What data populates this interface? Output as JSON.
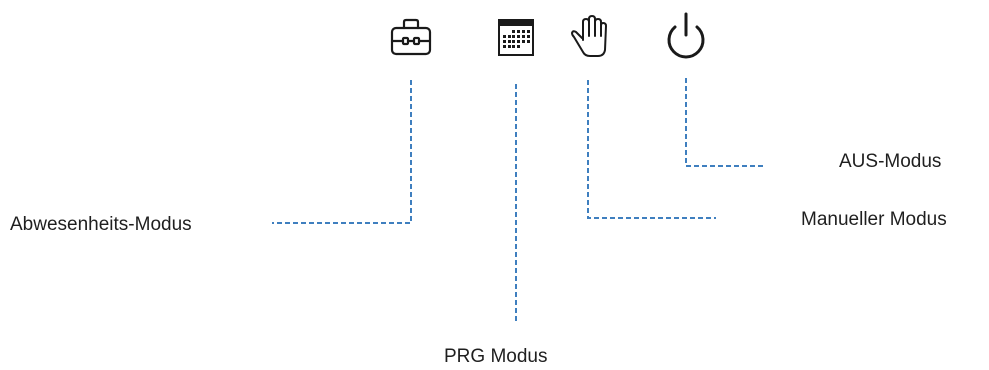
{
  "modes": {
    "away": {
      "label": "Abwesenheits-Modus",
      "icon": "suitcase-icon"
    },
    "prg": {
      "label": "PRG Modus",
      "icon": "calendar-icon"
    },
    "manual": {
      "label": "Manueller Modus",
      "icon": "hand-icon"
    },
    "off": {
      "label": "AUS-Modus",
      "icon": "power-icon"
    }
  },
  "colors": {
    "connector": "#3f7fbf",
    "icon": "#1a1a1a",
    "text": "#1f1f1f"
  }
}
